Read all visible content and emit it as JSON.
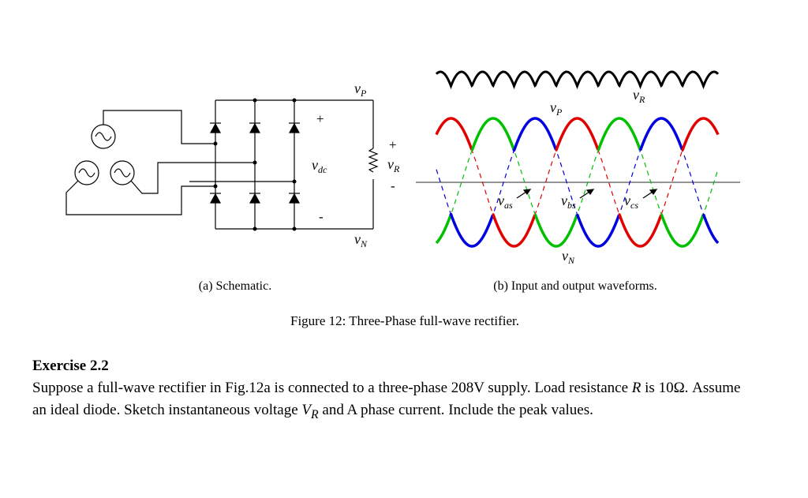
{
  "schematic": {
    "vP": "v",
    "vP_sub": "P",
    "vN": "v",
    "vN_sub": "N",
    "vdc": "v",
    "vdc_sub": "dc",
    "vR": "v",
    "vR_sub": "R",
    "plus": "+",
    "minus": "-"
  },
  "waveforms": {
    "vR": "v",
    "vR_sub": "R",
    "vP": "v",
    "vP_sub": "P",
    "vN": "v",
    "vN_sub": "N",
    "vas": "v",
    "vas_sub": "as",
    "vbs": "v",
    "vbs_sub": "bs",
    "vcs": "v",
    "vcs_sub": "cs",
    "colors": {
      "phase_a": "#e00000",
      "phase_b": "#00c000",
      "phase_c": "#0000e0"
    }
  },
  "captions": {
    "a": "(a) Schematic.",
    "b": "(b) Input and output waveforms.",
    "figure": "Figure 12: Three-Phase full-wave rectifier."
  },
  "exercise": {
    "title": "Exercise 2.2",
    "text1": "Suppose a full-wave rectifier in Fig.12a is connected to a three-phase 208V supply. Load resistance ",
    "R": "R",
    "text2": " is 10Ω. Assume an ideal diode. Sketch instantaneous voltage ",
    "VR": "V",
    "VR_sub": "R",
    "text3": " and A phase current. Include the peak values."
  }
}
